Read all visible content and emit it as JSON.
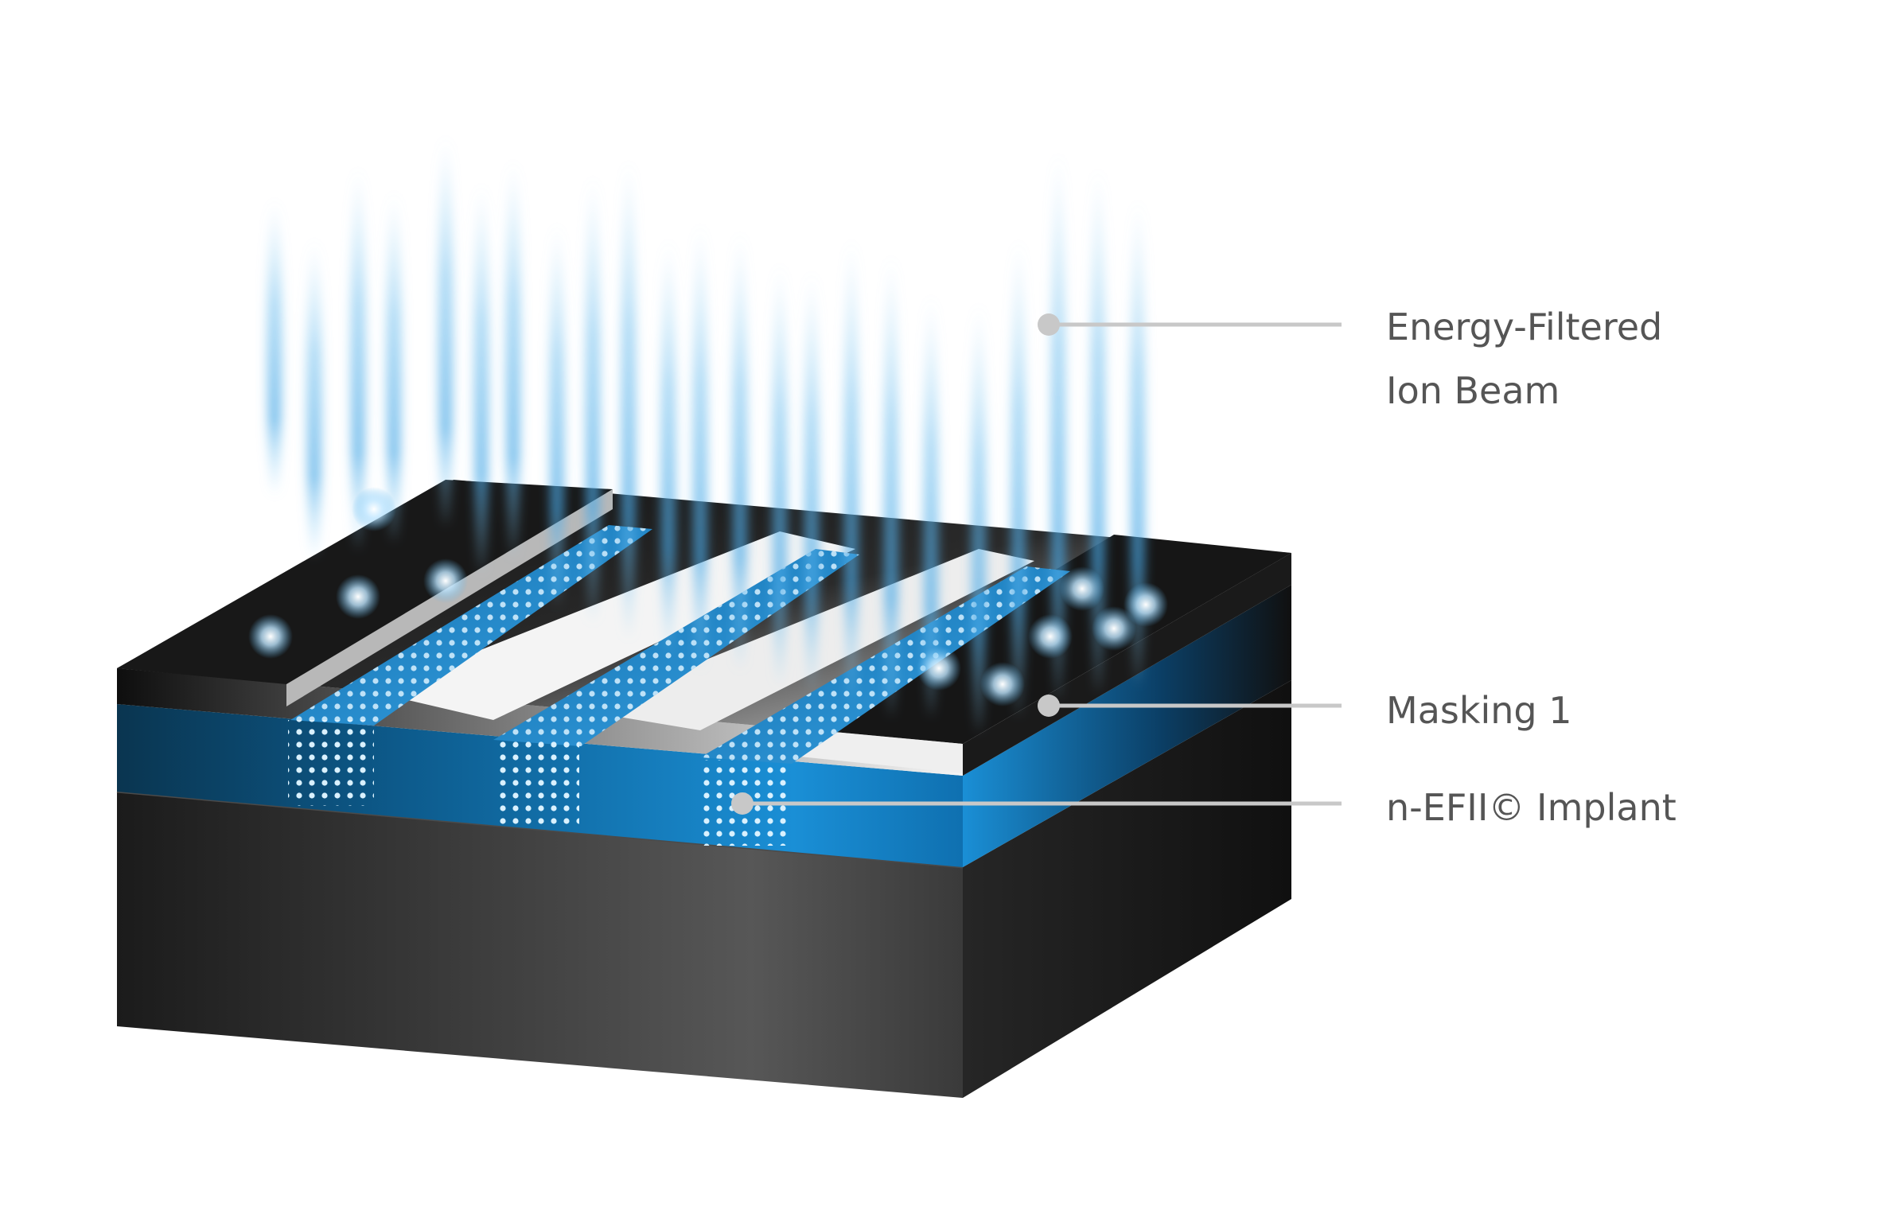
{
  "labels": {
    "beam_line1": "Energy-Filtered",
    "beam_line2": "Ion Beam",
    "masking": "Masking 1",
    "implant": "n-EFII© Implant"
  },
  "colors": {
    "accent_blue": "#1a8fd6",
    "glow_blue": "#6cc3f5",
    "substrate_dark": "#1b1b1b",
    "leader_grey": "#c8c8c8",
    "label_grey": "#555555"
  }
}
